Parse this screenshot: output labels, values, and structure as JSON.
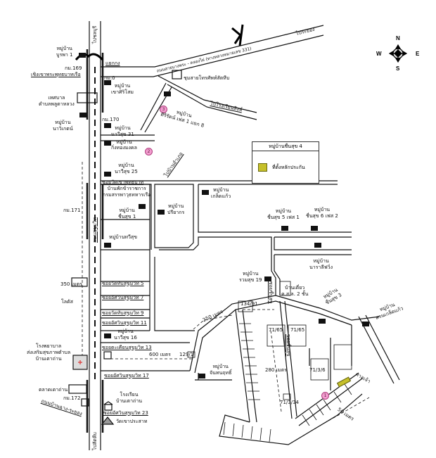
{
  "compass": {
    "n": "N",
    "e": "E",
    "s": "S",
    "w": "W"
  },
  "legend": {
    "title": "หมู่บ้านชื่นสุข 4",
    "item": "ที่ตั้งหลักประกัน",
    "swatch_color": "#c6c02a"
  },
  "markers": [
    "1",
    "2",
    "3"
  ],
  "roads": {
    "main_top": "ไปชลบุรี",
    "main_mid": "ถนนสุขุมวิท",
    "main_bottom": "ไปสัตหีบ",
    "hwy331": "ถนนสายบางพระ - คลองไผ่ (ทางหลวงหมายเลข 331)",
    "to_rayong": "ไประยอง",
    "to_school": "ไปโรงเรียนสิงห์",
    "diag_road": "ไปบ้านอำเภอ",
    "banchang": "ถนนบ้านฉาง-ระยอง",
    "lane_mid": "ซอยชื่นสุข",
    "lane_mid2": "ซอยชื่นสุข"
  },
  "labels": {
    "burapha": "หมู่บ้าน\nบูรพา 1",
    "km169": "กม.169",
    "temple_top": "เชิงเขาพระพุทธบาทเรือ",
    "yaek": "แยกกง",
    "phone": "ชุมสายโทรศัพท์สัตหีบ",
    "km0": "กม.0",
    "khaosiri": "หมู่บ้าน\nเขาศิริโสม",
    "municipal": "เทศบาล\nตำบลพลูตาหลวง",
    "navikate": "หมู่บ้าน\nนาวิเกตน์",
    "km170": "กม.170",
    "navisuk31": "หมู่บ้าน\nนาวีสุข 31",
    "kingthong": "หมู่บ้าน\nกิ่งทองมงคล",
    "sirirat": "หมู่บ้าน\nศิริรัตน์ เฟส 1 แยก 8",
    "navisuk25": "หมู่บ้าน\nนาวีสุข 25",
    "soi_khao": "ซอยวัดเขาพุทธบาท",
    "office": "บ้านพักข้าราชการ\nกรมสรรพาวุธทหารเรือ",
    "chuensuk1": "หมู่บ้าน\nชื่นสุข 1",
    "thawisuk": "หมู่บ้านทวีสุข",
    "preeyakorn": "หมู่บ้าน\nปรียากร",
    "kledkaew": "หมู่บ้าน\nเกล็ดแก้ว",
    "chuensuk5": "หมู่บ้าน\nชื่นสุข 5 เฟส 1",
    "chuensuk6": "หมู่บ้าน\nชื่นสุข 6 เฟส 2",
    "nara": "หมู่บ้าน\nนาราลีฟวิ่ง",
    "ruamsuk": "หมู่บ้าน\nรวมสุข 19",
    "house": "บ้านเดี่ยว\nค.ส.ล. 2 ชั้น",
    "chuensuk3": "หมู่บ้าน\nชื่นสุข 3",
    "suankled": "หมู่บ้าน\nสวนเกล็ดแก้ว",
    "n134": "134/91",
    "m250": "250 เมตร",
    "n7165a": "71/65",
    "n7165b": "71/65",
    "m280": "280 เมตร",
    "n7136": "71/3/6",
    "n71334": "71/3/34",
    "m50": "50 เมตร",
    "shrine": "ศาลเจ้า",
    "km171": "กม.171",
    "m350": "350 เมตร",
    "lotus": "โลตัส",
    "soi5": "ซอยวัดทับสุขุมวิท 5",
    "soi7": "ซอยอัศวินสุขุมวิท 7",
    "soi9": "ซอยวัดทับสุขุมวิท 9",
    "soi11": "ซอยอัศวินสุขุมวิท 11",
    "navisuk16": "หมู่บ้าน\nนาวีสุข 16",
    "soi13": "ซอยตะเคียนสุขุมวิท 13",
    "m600": "600 เมตร",
    "n1291": "129/1",
    "soi17": "ซอยอัศวินสุขุมวิท 17",
    "hospital": "โรงพยาบาล\nส่งเสริมสุขภาพตำบล\nบ้านเตาถ่าน",
    "market": "ตลาดเตาถ่าน",
    "km172": "กม.172",
    "school": "โรงเรียน\nบ้านเตาถ่าน",
    "soi23": "ซอยอัศวินสุขุมวิท 23",
    "wat": "วัดเขาประสาท",
    "chanthana": "หมู่บ้าน\nจันทนฤทธิ์"
  }
}
